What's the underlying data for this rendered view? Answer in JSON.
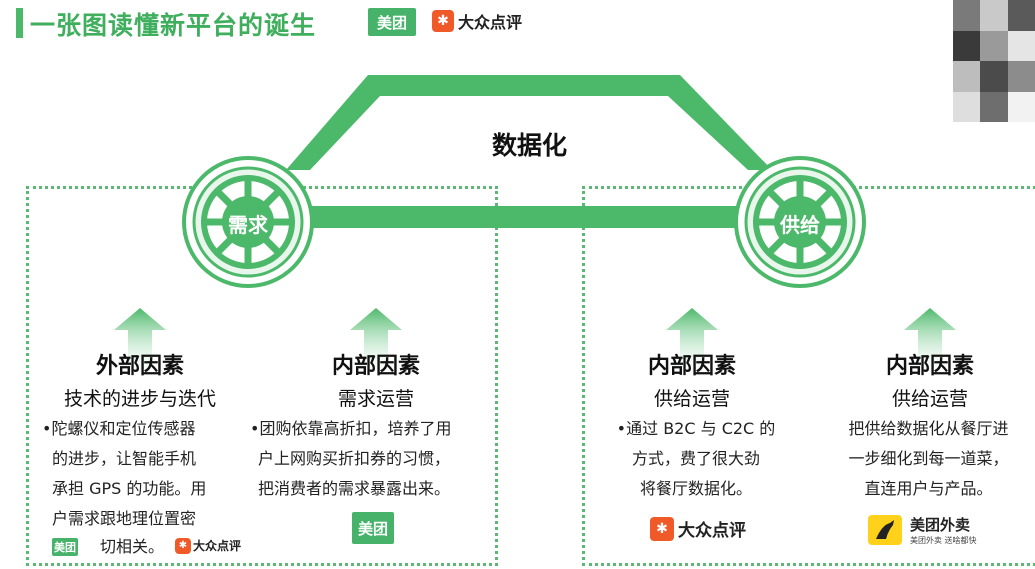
{
  "header": {
    "title": "一张图读懂新平台的诞生",
    "meituan_logo": "美团",
    "dianping_logo": "大众点评"
  },
  "diagram": {
    "center_label": "数据化",
    "left_wheel": "需求",
    "right_wheel": "供给",
    "colors": {
      "green": "#4cb86a",
      "light_green": "#e8f6ec",
      "dot": "#5bb874"
    }
  },
  "factors": [
    {
      "title": "外部因素",
      "subtitle": "技术的进步与迭代",
      "body": [
        "•陀螺仪和定位传感器",
        "的进步，让智能手机",
        "承担 GPS 的功能。用",
        "户需求跟地理位置密",
        "切相关。"
      ],
      "logos": [
        "美团",
        "大众点评"
      ]
    },
    {
      "title": "内部因素",
      "subtitle": "需求运营",
      "body": [
        "•团购依靠高折扣，培养了用",
        "户上网购买折扣券的习惯，",
        "把消费者的需求暴露出来。"
      ],
      "logos": [
        "美团"
      ]
    },
    {
      "title": "内部因素",
      "subtitle": "供给运营",
      "body": [
        "•通过 B2C 与 C2C 的",
        "方式，费了很大劲",
        "将餐厅数据化。"
      ],
      "logos": [
        "大众点评"
      ]
    },
    {
      "title": "内部因素",
      "subtitle": "供给运营",
      "body": [
        "把供给数据化从餐厅进",
        "一步细化到每一道菜，",
        "直连用户与产品。"
      ],
      "logos": [
        "美团外卖",
        "美团外卖 送啥都快"
      ]
    }
  ]
}
